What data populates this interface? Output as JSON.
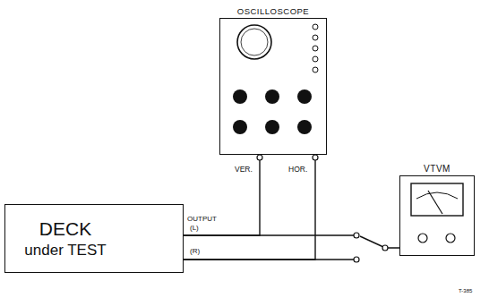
{
  "diagram": {
    "nodes": [
      {
        "text": [
          "OSCILLOSCOPE"
        ]
      },
      {
        "text": [
          "DECK",
          "under TEST"
        ]
      },
      {
        "text": [
          "VTVM"
        ]
      }
    ],
    "edges": [
      {
        "from": 1,
        "to": 0,
        "arrow": "none"
      },
      {
        "from": 1,
        "to": 0,
        "arrow": "none"
      },
      {
        "from": 1,
        "to": 2,
        "arrow": "none"
      }
    ],
    "labels": [
      "VER.",
      "HOR.",
      "OUTPUT",
      "(L)",
      "(R)",
      "T-385"
    ]
  }
}
